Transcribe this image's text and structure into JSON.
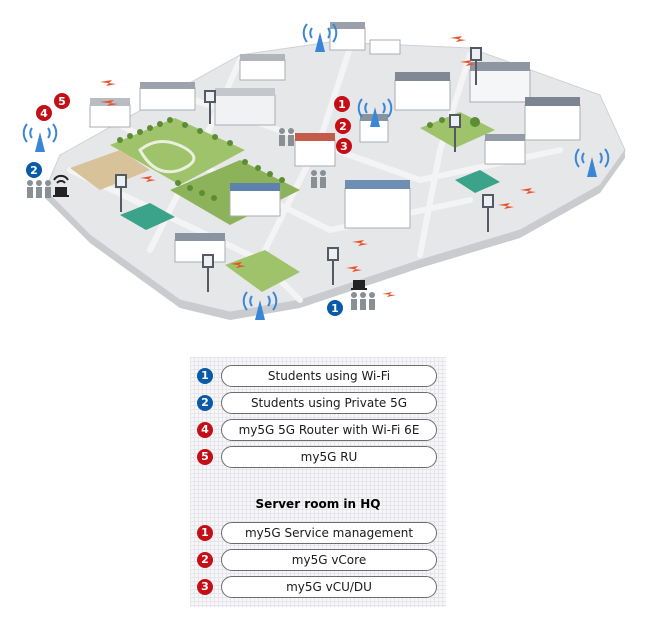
{
  "map_markers": {
    "top_group": [
      "1",
      "2",
      "3"
    ],
    "left_group": [
      "4",
      "5"
    ],
    "left_user": "2",
    "bottom_user": "1"
  },
  "legend": {
    "items": [
      {
        "num": "1",
        "color": "blue",
        "label": "Students using Wi-Fi"
      },
      {
        "num": "2",
        "color": "blue",
        "label": "Students using Private 5G"
      },
      {
        "num": "4",
        "color": "red",
        "label": "my5G 5G Router with Wi-Fi 6E"
      },
      {
        "num": "5",
        "color": "red",
        "label": "my5G RU"
      }
    ],
    "server_heading": "Server room in HQ",
    "server_items": [
      {
        "num": "1",
        "color": "red",
        "label": "my5G Service management"
      },
      {
        "num": "2",
        "color": "red",
        "label": "my5G vCore"
      },
      {
        "num": "3",
        "color": "red",
        "label": "my5G vCU/DU"
      }
    ]
  },
  "colors": {
    "blue_badge": "#0a5aa8",
    "red_badge": "#c40f17",
    "signal": "#3a86d6",
    "spark": "#e8502a"
  }
}
